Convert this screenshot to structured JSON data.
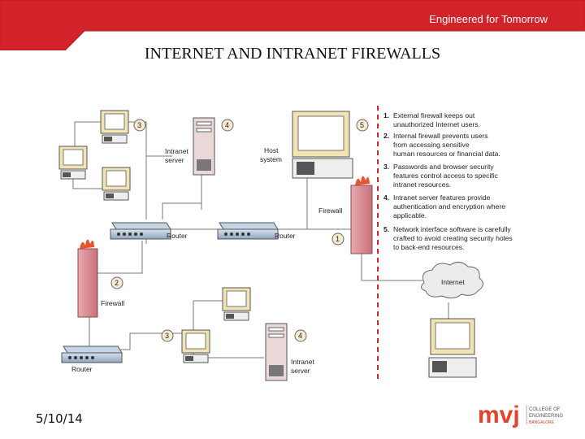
{
  "banner": {
    "tagline": "Engineered for Tomorrow",
    "color": "#d2232a"
  },
  "slide": {
    "title": "INTERNET AND INTRANET FIREWALLS",
    "date": "5/10/14"
  },
  "diagram": {
    "labels": {
      "intranet_server_top": [
        "Intranet",
        "server"
      ],
      "host_system": [
        "Host",
        "system"
      ],
      "firewall_right": "Firewall",
      "router_left": "Router",
      "router_mid": "Router",
      "firewall_left": "Firewall",
      "router_bottom": "Router",
      "intranet_server_bottom": [
        "Intranet",
        "server"
      ],
      "internet": "Internet"
    },
    "callouts": [
      "3",
      "4",
      "5",
      "1",
      "2",
      "3",
      "4"
    ],
    "notes": [
      {
        "num": "1.",
        "lines": [
          "External firewall keeps out",
          "unauthorized Internet users."
        ]
      },
      {
        "num": "2.",
        "lines": [
          "Internal firewall prevents users",
          "from accessing sensitive",
          "human resources or financial data."
        ]
      },
      {
        "num": "3.",
        "lines": [
          "Passwords and browser security",
          "features control access to specific",
          "intranet resources."
        ]
      },
      {
        "num": "4.",
        "lines": [
          "Intranet server features provide",
          "authentication and encryption where",
          "applicable."
        ]
      },
      {
        "num": "5.",
        "lines": [
          "Network interface software is carefully",
          "crafted to avoid creating security holes",
          "to back-end resources."
        ]
      }
    ]
  },
  "logo": {
    "mark": "mvj",
    "line1": "COLLEGE OF",
    "line2": "ENGINEERING",
    "line3": "BANGALORE",
    "color": "#e5422b"
  }
}
